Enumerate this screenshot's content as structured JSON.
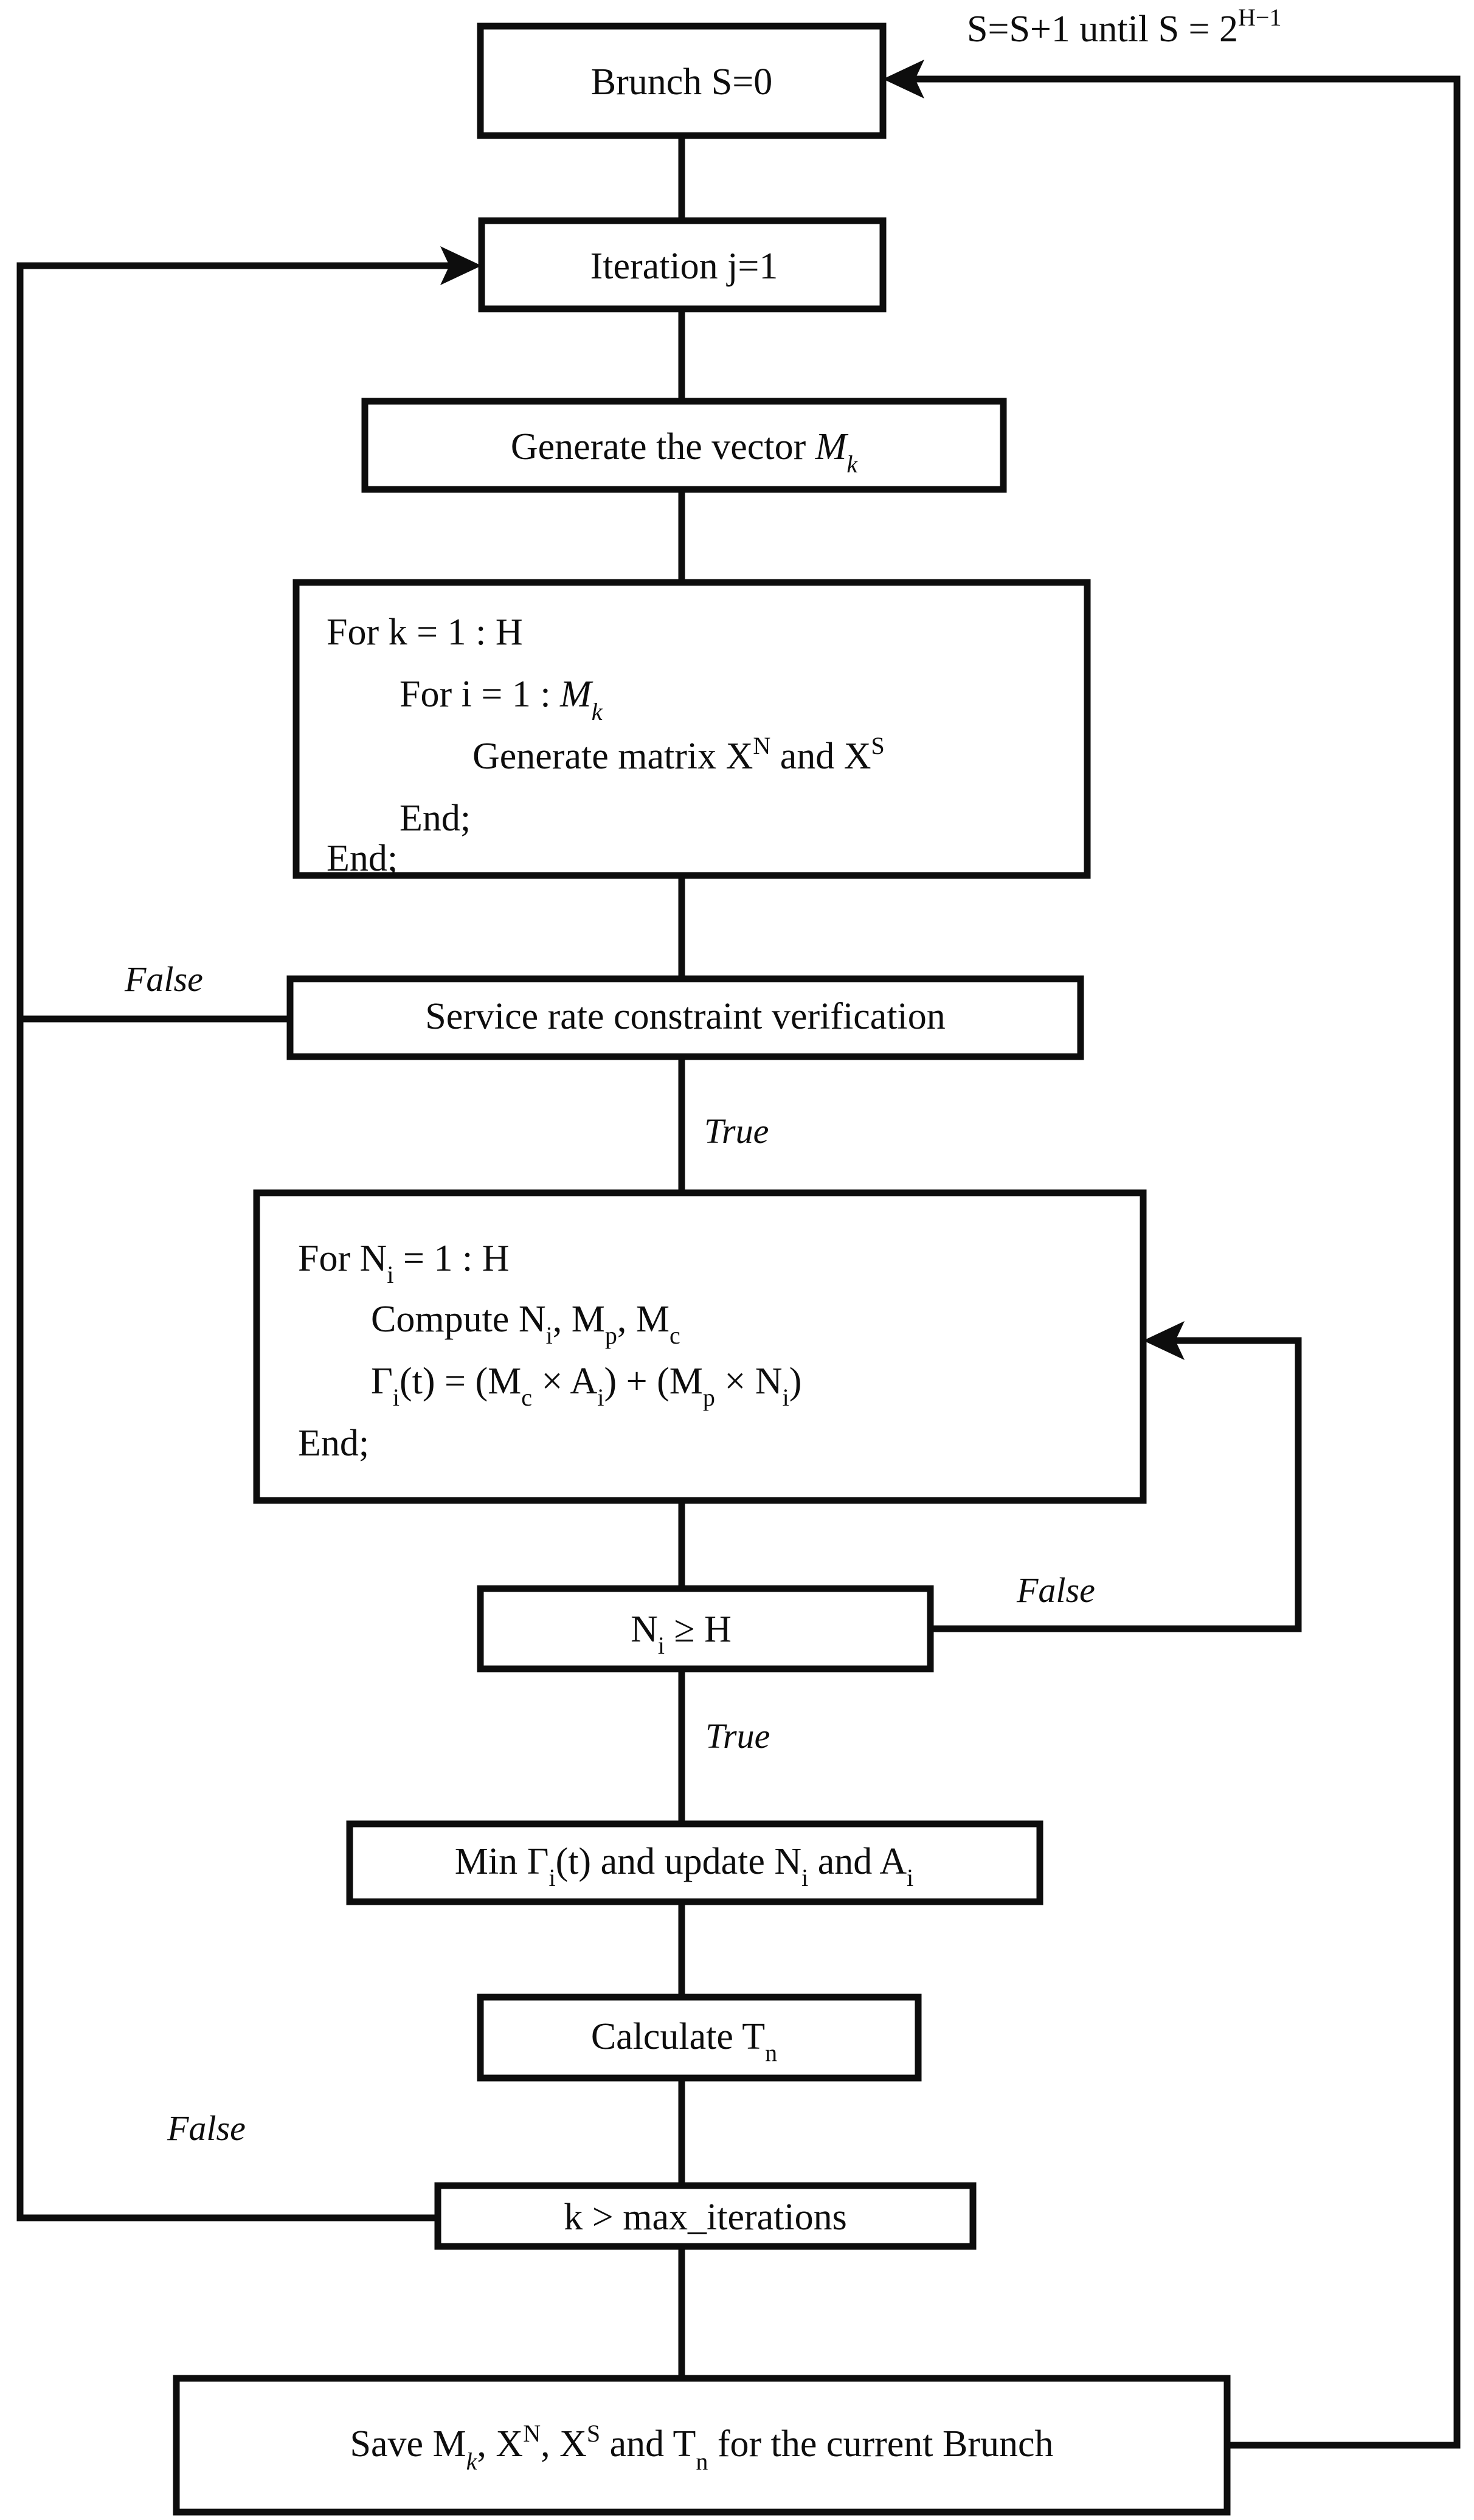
{
  "diagram": {
    "title": "Brunch optimization algorithm flowchart",
    "type": "flowchart",
    "stroke_color": "#0d0d0d",
    "fill_color": "#ffffff"
  },
  "nodes": {
    "brunch": {
      "text": "Brunch S=0"
    },
    "iteration": {
      "text": "Iteration j=1"
    },
    "generate_vector": {
      "prefix": "Generate the vector ",
      "var": "M",
      "sub": "k"
    },
    "for_k_block": {
      "line1": "For k = 1 : H",
      "line2_prefix": "For i = 1 : ",
      "line2_var": "M",
      "line2_sub": "k",
      "line3_prefix": "Generate matrix X",
      "line3_sup1": "N",
      "line3_mid": " and X",
      "line3_sup2": "S",
      "line4": "End;",
      "line5": "End;"
    },
    "service_rate": {
      "text": "Service rate constraint verification"
    },
    "compute_block": {
      "line1_prefix": "For N",
      "line1_sub": "i",
      "line1_suffix": " = 1 : H",
      "line2": "Compute Ni, Mp, Mc",
      "line2_parts": [
        "Compute N",
        "i",
        ", M",
        "p",
        ", M",
        "c"
      ],
      "line3": "Γi(t) = (Mc × Ai) + (Mp × Ni)",
      "line4": "End;"
    },
    "ni_ge_h": {
      "text": "Ni ≥ H",
      "var": "N",
      "sub": "i",
      "rel": " ≥ H"
    },
    "min_gamma": {
      "text": "Min Γi(t) and update Ni and Ai"
    },
    "calculate_tn": {
      "prefix": "Calculate T",
      "sub": "n"
    },
    "k_max_iter": {
      "text": "k > max_iterations"
    },
    "save_results": {
      "text": "Save Mk, XN, XS and Tn for the current Brunch"
    }
  },
  "edge_labels": {
    "loop_top": {
      "prefix": "S=S+1 until S = 2",
      "sup": "H−1"
    },
    "service_false": "False",
    "service_true": "True",
    "ni_false": "False",
    "ni_true": "True",
    "kmax_false": "False"
  }
}
